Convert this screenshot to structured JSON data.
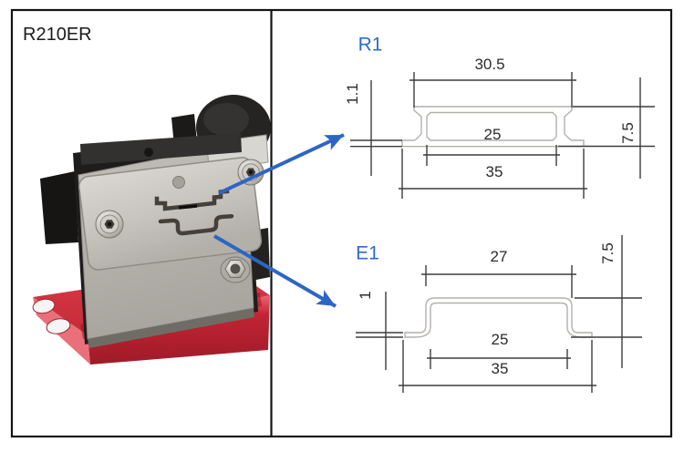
{
  "figure": {
    "model_label": "R210ER"
  },
  "diagrams": {
    "r1": {
      "label": "R1",
      "dims": {
        "top_width": "30.5",
        "wall_thickness": "1.1",
        "inner_width": "25",
        "overall_width": "35",
        "height": "7.5"
      }
    },
    "e1": {
      "label": "E1",
      "dims": {
        "top_width": "27",
        "wall_thickness": "1",
        "inner_width": "25",
        "overall_width": "35",
        "height": "7.5"
      }
    }
  },
  "icons": {
    "r1_pointer": "diagonal-arrow-icon",
    "e1_pointer": "diagonal-arrow-icon"
  },
  "colors": {
    "pointer_blue": "#2d65c4",
    "label_blue": "#2f6bcd",
    "base_red": "#d4323e",
    "dimension_line": "#3d3d3d",
    "profile_line": "#b4b1ad"
  }
}
